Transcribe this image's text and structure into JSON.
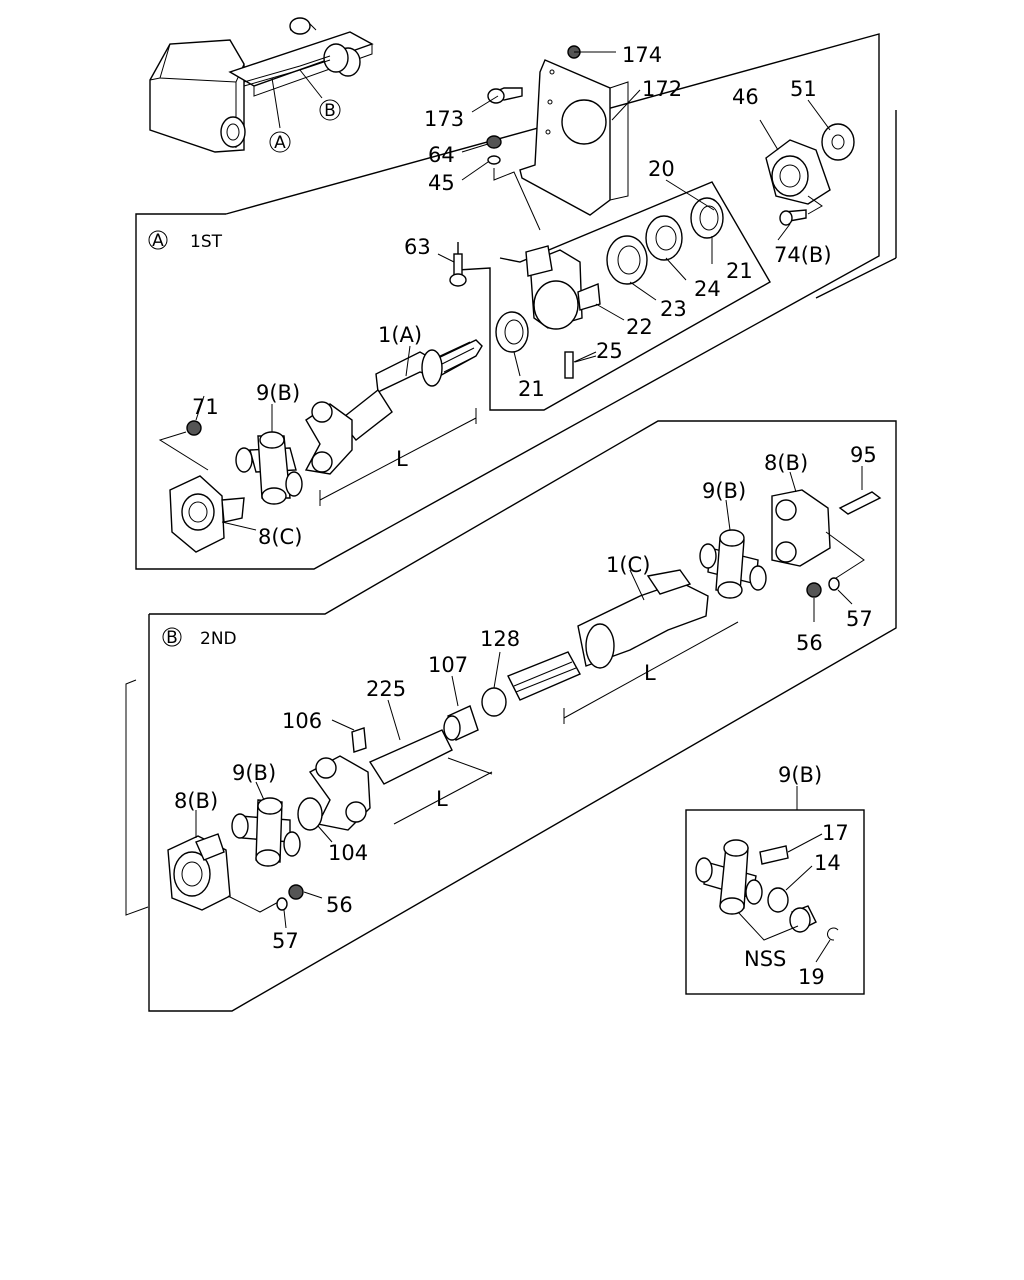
{
  "sections": {
    "first": {
      "marker": "A",
      "title": "1ST"
    },
    "second": {
      "marker": "B",
      "title": "2ND"
    },
    "ujoint_detail": {
      "title": "9(B)"
    }
  },
  "truck_callouts": [
    "A",
    "B"
  ],
  "labels": {
    "p174": "174",
    "p172": "172",
    "p173": "173",
    "p64": "64",
    "p45": "45",
    "p20": "20",
    "p46": "46",
    "p51": "51",
    "p74b": "74(B)",
    "p63": "63",
    "p21a": "21",
    "p24": "24",
    "p23": "23",
    "p22": "22",
    "p25": "25",
    "p21b": "21",
    "p1a": "1(A)",
    "p71": "71",
    "p9b_1": "9(B)",
    "p8c": "8(C)",
    "L1": "L",
    "p8b_1": "8(B)",
    "p95": "95",
    "p9b_2": "9(B)",
    "p1c": "1(C)",
    "p56_1": "56",
    "p57_1": "57",
    "p128": "128",
    "p107": "107",
    "p225": "225",
    "L2": "L",
    "p106": "106",
    "p9b_3": "9(B)",
    "p8b_2": "8(B)",
    "L3": "L",
    "p104": "104",
    "p56_2": "56",
    "p57_2": "57",
    "p17": "17",
    "p14": "14",
    "nss": "NSS",
    "p19": "19"
  }
}
